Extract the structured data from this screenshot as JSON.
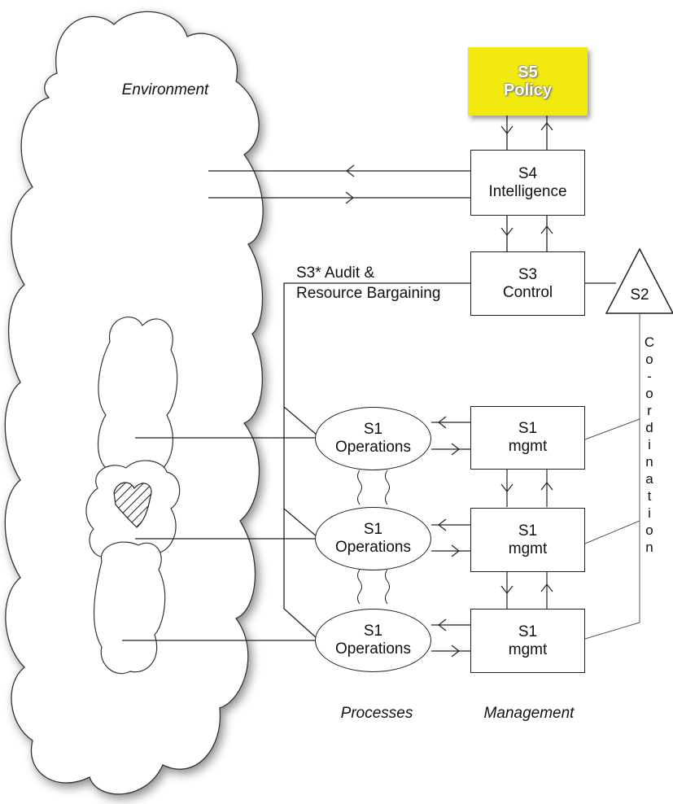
{
  "environment_label": "Environment",
  "s5": {
    "line1": "S5",
    "line2": "Policy",
    "fill": "#f2ea0e"
  },
  "s4": {
    "line1": "S4",
    "line2": "Intelligence"
  },
  "s3": {
    "line1": "S3",
    "line2": "Control"
  },
  "s2": {
    "label": "S2"
  },
  "audit": {
    "line1": "S3* Audit &",
    "line2": "Resource Bargaining"
  },
  "coordination": [
    "C",
    "o",
    "-",
    "o",
    "r",
    "d",
    "i",
    "n",
    "a",
    "t",
    "i",
    "o",
    "n"
  ],
  "operations": [
    {
      "line1": "S1",
      "line2": "Operations"
    },
    {
      "line1": "S1",
      "line2": "Operations"
    },
    {
      "line1": "S1",
      "line2": "Operations"
    }
  ],
  "management": [
    {
      "line1": "S1",
      "line2": "mgmt"
    },
    {
      "line1": "S1",
      "line2": "mgmt"
    },
    {
      "line1": "S1",
      "line2": "mgmt"
    }
  ],
  "footer": {
    "processes": "Processes",
    "management": "Management"
  }
}
